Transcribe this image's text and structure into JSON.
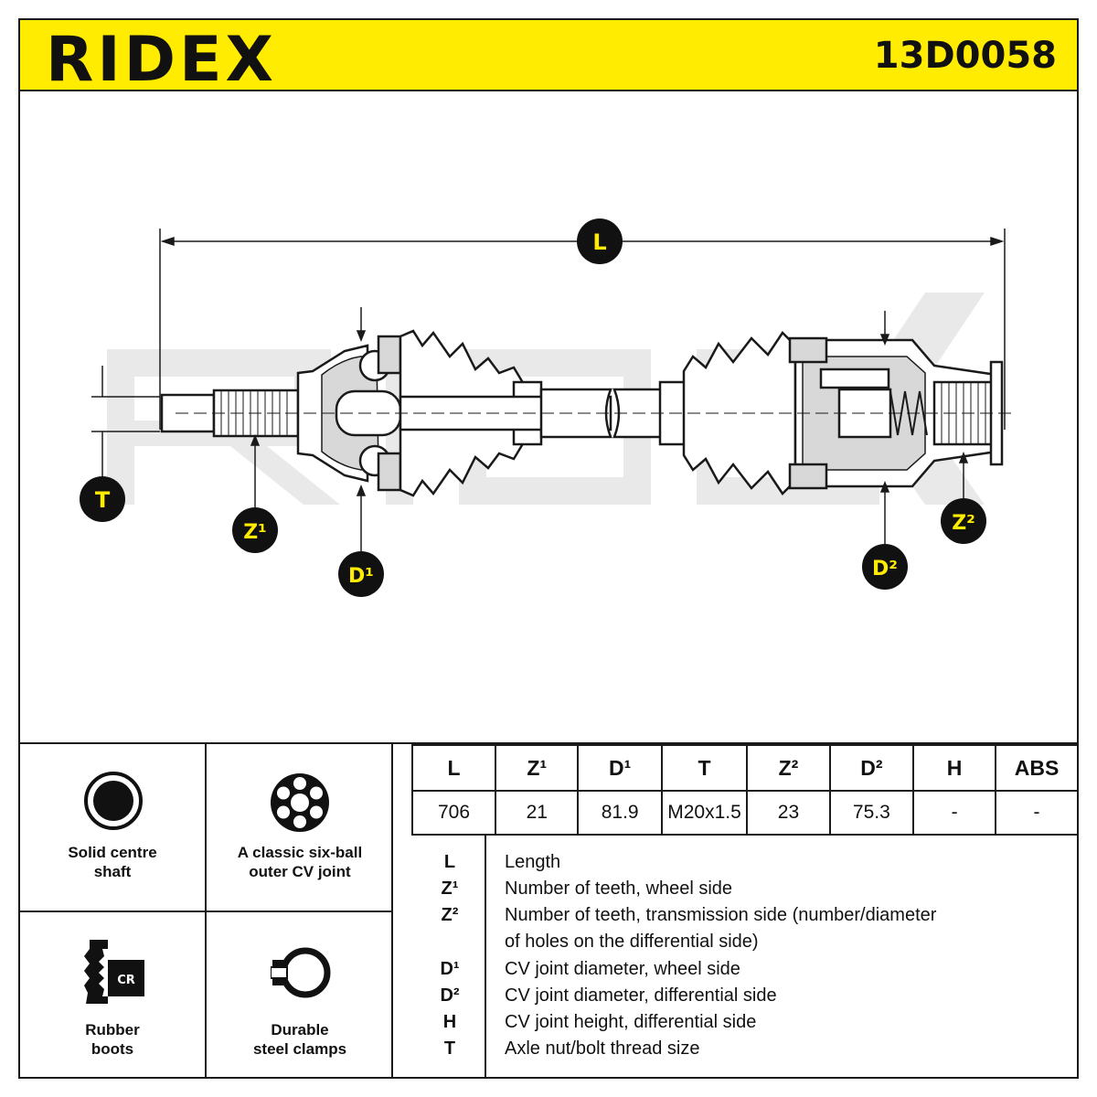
{
  "header": {
    "brand": "RIDEX",
    "part_number": "13D0058"
  },
  "colors": {
    "accent": "#ffec00",
    "ink": "#1a1a1a",
    "watermark": "#e9e9e9"
  },
  "diagram": {
    "labels": {
      "L": "L",
      "T": "T",
      "Z1": "Z¹",
      "D1": "D¹",
      "Z2": "Z²",
      "D2": "D²"
    }
  },
  "features": [
    {
      "icon": "solid-shaft-icon",
      "label_line1": "Solid centre",
      "label_line2": "shaft"
    },
    {
      "icon": "six-ball-joint-icon",
      "label_line1": "A classic six-ball",
      "label_line2": "outer CV joint"
    },
    {
      "icon": "rubber-boot-cr-icon",
      "label_line1": "Rubber",
      "label_line2": "boots",
      "badge": "CR"
    },
    {
      "icon": "steel-clamp-icon",
      "label_line1": "Durable",
      "label_line2": "steel clamps"
    }
  ],
  "spec_table": {
    "headers": [
      "L",
      "Z¹",
      "D¹",
      "T",
      "Z²",
      "D²",
      "H",
      "ABS"
    ],
    "values": [
      "706",
      "21",
      "81.9",
      "M20x1.5",
      "23",
      "75.3",
      "-",
      "-"
    ]
  },
  "legend": [
    {
      "key": "L",
      "desc": "Length"
    },
    {
      "key": "Z¹",
      "desc": "Number of teeth, wheel side"
    },
    {
      "key": "Z²",
      "desc": "Number of teeth, transmission side (number/diameter"
    },
    {
      "key": "",
      "desc": "of holes on the differential side)"
    },
    {
      "key": "D¹",
      "desc": "CV joint diameter, wheel side"
    },
    {
      "key": "D²",
      "desc": "CV joint diameter, differential side"
    },
    {
      "key": "H",
      "desc": "CV joint height, differential side"
    },
    {
      "key": "T",
      "desc": "Axle nut/bolt thread size"
    }
  ]
}
